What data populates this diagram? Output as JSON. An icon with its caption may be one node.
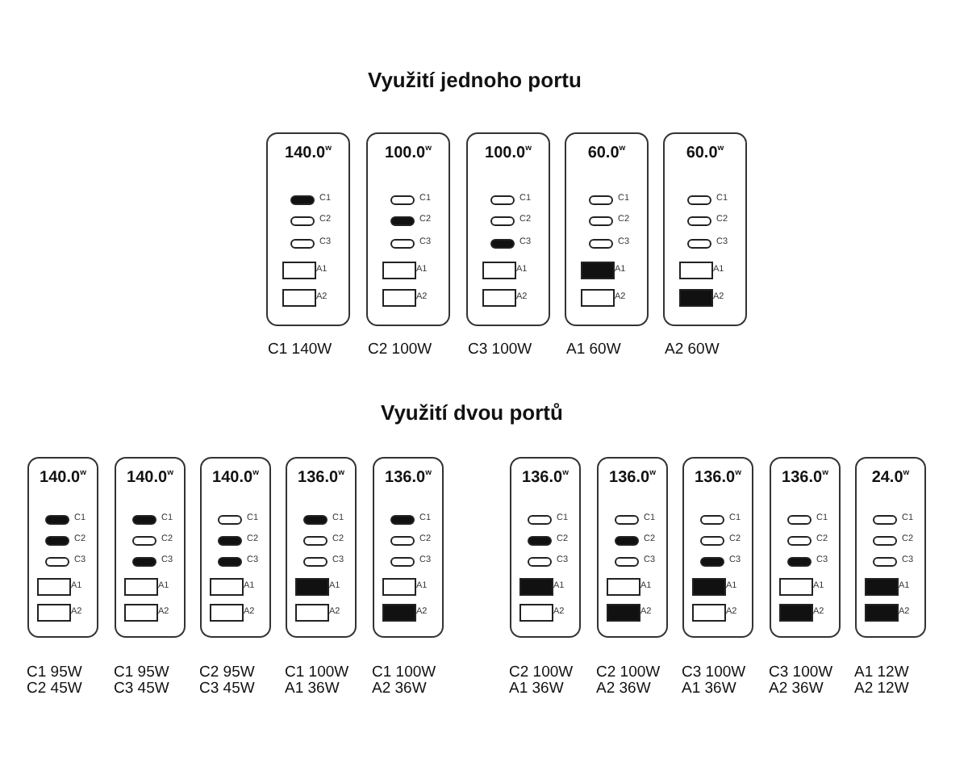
{
  "diagram": {
    "title": "Využití jednoho portu",
    "nodes": [
      {
        "text": [
          "140.0$^{w}$"
        ],
        "beside": [
          "C1 140W"
        ]
      },
      {
        "text": [],
        "in": 0,
        "shape": "filled-oval",
        "beside": [
          "C1"
        ]
      },
      {
        "text": [],
        "in": 0,
        "shape": "oval",
        "beside": [
          "C2"
        ]
      },
      {
        "text": [],
        "in": 0,
        "shape": "oval",
        "beside": [
          "C3"
        ]
      },
      {
        "text": [],
        "in": 0,
        "shape": "box",
        "beside": [
          "A1"
        ]
      },
      {
        "text": [],
        "in": 0,
        "shape": "box",
        "beside": [
          "A2"
        ]
      },
      {
        "text": [
          "100.0$^{w}$"
        ],
        "beside": [
          "C2 100W"
        ]
      },
      {
        "text": [],
        "in": 6,
        "shape": "oval",
        "beside": [
          "C1"
        ]
      },
      {
        "text": [],
        "in": 6,
        "shape": "filled-oval",
        "beside": [
          "C2"
        ]
      },
      {
        "text": [],
        "in": 6,
        "shape": "oval",
        "beside": [
          "C3"
        ]
      },
      {
        "text": [],
        "in": 6,
        "shape": "box",
        "beside": [
          "A1"
        ]
      },
      {
        "text": [],
        "in": 6,
        "shape": "box",
        "beside": [
          "A2"
        ]
      },
      {
        "text": [
          "100.0$^{w}$"
        ],
        "beside": [
          "C3 100W"
        ]
      },
      {
        "text": [],
        "in": 12,
        "shape": "oval",
        "beside": [
          "C1"
        ]
      },
      {
        "text": [],
        "in": 12,
        "shape": "oval",
        "beside": [
          "C2"
        ]
      },
      {
        "text": [],
        "in": 12,
        "shape": "filled-oval",
        "beside": [
          "C3"
        ]
      },
      {
        "text": [],
        "in": 12,
        "shape": "box",
        "beside": [
          "A1"
        ]
      },
      {
        "text": [],
        "in": 12,
        "shape": "box",
        "beside": [
          "A2"
        ]
      },
      {
        "text": [
          "60.0$^{w}$"
        ],
        "beside": [
          "A1 60W"
        ]
      },
      {
        "text": [],
        "in": 18,
        "shape": "oval",
        "beside": [
          "C1"
        ]
      },
      {
        "text": [],
        "in": 18,
        "shape": "oval",
        "beside": [
          "C2"
        ]
      },
      {
        "text": [],
        "in": 18,
        "shape": "oval",
        "beside": [
          "C3"
        ]
      },
      {
        "text": [],
        "in": 18,
        "shape": "filled-box",
        "beside": [
          "A1"
        ]
      },
      {
        "text": [],
        "in": 18,
        "shape": "box",
        "beside": [
          "A2"
        ]
      },
      {
        "text": [
          "60.0$^{w}$"
        ],
        "beside": [
          "A2 60W"
        ]
      },
      {
        "text": [],
        "in": 24,
        "shape": "oval",
        "beside": [
          "C1"
        ]
      },
      {
        "text": [],
        "in": 24,
        "shape": "oval",
        "beside": [
          "C2"
        ]
      },
      {
        "text": [],
        "in": 24,
        "shape": "oval",
        "beside": [
          "C3"
        ]
      },
      {
        "text": [],
        "in": 24,
        "shape": "box",
        "beside": [
          "A1"
        ]
      },
      {
        "text": [],
        "in": 24,
        "shape": "filled-box",
        "beside": [
          "A2"
        ]
      },
      {
        "text": [
          "140.0$^{w}$"
        ],
        "beside": [
          "C1 95W C2 45W"
        ]
      },
      {
        "text": [],
        "in": 30,
        "shape": "filled-oval",
        "beside": [
          "C1"
        ]
      },
      {
        "text": [],
        "in": 30,
        "shape": "filled-oval",
        "beside": [
          "C2"
        ]
      },
      {
        "text": [],
        "in": 30,
        "shape": "oval",
        "beside": [
          "C3"
        ]
      },
      {
        "text": [],
        "in": 30,
        "shape": "box",
        "beside": [
          "A1"
        ]
      },
      {
        "text": [],
        "in": 30,
        "shape": "box",
        "beside": [
          "A2"
        ]
      },
      {
        "text": [
          "140.0$^{w}$"
        ],
        "beside": [
          "C1 95W C3 45W"
        ]
      },
      {
        "text": [],
        "in": 36,
        "shape": "filled-oval",
        "beside": [
          "C1"
        ]
      },
      {
        "text": [],
        "in": 36,
        "shape": "oval",
        "beside": [
          "C2"
        ]
      },
      {
        "text": [],
        "in": 36,
        "shape": "filled-oval",
        "beside": [
          "C3"
        ]
      },
      {
        "text": [],
        "in": 36,
        "shape": "box",
        "beside": [
          "A1"
        ]
      },
      {
        "text": [],
        "in": 36,
        "shape": "box",
        "beside": [
          "A2"
        ]
      },
      {
        "text": [
          "140.0$^{w}$"
        ],
        "beside": [
          "C2 95W C3 45W"
        ]
      },
      {
        "text": [],
        "in": 42,
        "shape": "oval",
        "beside": [
          "C1"
        ]
      },
      {
        "text": [],
        "in": 42,
        "shape": "filled-oval",
        "beside": [
          "C2"
        ]
      },
      {
        "text": [],
        "in": 42,
        "shape": "filled-oval",
        "beside": [
          "C3"
        ]
      },
      {
        "text": [],
        "in": 42,
        "shape": "box",
        "beside": [
          "A1"
        ]
      },
      {
        "text": [],
        "in": 42,
        "shape": "box",
        "beside": [
          "A2"
        ]
      },
      {
        "text": [
          "136.0$^{w}$"
        ],
        "beside": [
          "C1 100W A1 36W"
        ]
      },
      {
        "text": [],
        "in": 48,
        "shape": "filled-oval",
        "beside": [
          "C1"
        ]
      },
      {
        "text": [],
        "in": 48,
        "shape": "oval",
        "beside": [
          "C2"
        ]
      },
      {
        "text": [],
        "in": 48,
        "shape": "oval",
        "beside": [
          "C3"
        ]
      },
      {
        "text": [],
        "in": 48,
        "shape": "filled-box",
        "beside": [
          "A1"
        ]
      },
      {
        "text": [],
        "in": 48,
        "shape": "box",
        "beside": [
          "A2"
        ]
      },
      {
        "text": [
          "136.0$^{w}$"
        ],
        "beside": [
          "C1 100W A2 36W"
        ]
      },
      {
        "text": [],
        "in": 54,
        "shape": "filled-oval",
        "beside": [
          "C1"
        ]
      },
      {
        "text": [],
        "in": 54,
        "shape": "oval",
        "beside": [
          "C2"
        ]
      },
      {
        "text": [],
        "in": 54,
        "shape": "oval",
        "beside": [
          "C3"
        ]
      },
      {
        "text": [],
        "in": 54,
        "shape": "box",
        "beside": [
          "A1"
        ]
      },
      {
        "text": [],
        "in": 54,
        "shape": "filled-box",
        "beside": [
          "A2"
        ]
      },
      {
        "text": [
          "136.0$^{w}$"
        ],
        "beside": [
          "C2 100W A1 36W"
        ]
      },
      {
        "text": [],
        "in": 60,
        "shape": "oval",
        "beside": [
          "C1"
        ]
      },
      {
        "text": [],
        "in": 60,
        "shape": "filled-oval",
        "beside": [
          "C2"
        ]
      },
      {
        "text": [],
        "in": 60,
        "shape": "oval",
        "beside": [
          "C3"
        ]
      },
      {
        "text": [],
        "in": 60,
        "shape": "filled-box",
        "beside": [
          "A1"
        ]
      },
      {
        "text": [],
        "in": 60,
        "shape": "box",
        "beside": [
          "A2"
        ]
      },
      {
        "text": [
          "136.0$^{w}$"
        ],
        "beside": [
          "C2 100W A2 36W"
        ]
      },
      {
        "text": [],
        "in": 66,
        "shape": "oval",
        "beside": [
          "C1"
        ]
      },
      {
        "text": [],
        "in": 66,
        "shape": "filled-oval",
        "beside": [
          "C2"
        ]
      },
      {
        "text": [],
        "in": 66,
        "shape": "oval",
        "beside": [
          "C3"
        ]
      },
      {
        "text": [],
        "in": 66,
        "shape": "box",
        "beside": [
          "A1"
        ]
      },
      {
        "text": [],
        "in": 66,
        "shape": "filled-box",
        "beside": [
          "A2"
        ]
      },
      {
        "text": [
          "136.0$^{w}$"
        ],
        "beside": [
          "C3 100W A1 36W"
        ]
      },
      {
        "text": [],
        "in": 72,
        "shape": "oval",
        "beside": [
          "C1"
        ]
      },
      {
        "text": [],
        "in": 72,
        "shape": "oval",
        "beside": [
          "C2"
        ]
      },
      {
        "text": [],
        "in": 72,
        "shape": "filled-oval",
        "beside": [
          "C3"
        ]
      },
      {
        "text": [],
        "in": 72,
        "shape": "filled-box",
        "beside": [
          "A1"
        ]
      },
      {
        "text": [],
        "in": 72,
        "shape": "box",
        "beside": [
          "A2"
        ]
      },
      {
        "text": [
          "136.0$^{w}$"
        ],
        "beside": [
          "C3 100W A2 36W"
        ]
      },
      {
        "text": [],
        "in": 78,
        "shape": "oval",
        "beside": [
          "C1"
        ]
      },
      {
        "text": [],
        "in": 78,
        "shape": "oval",
        "beside": [
          "C2"
        ]
      },
      {
        "text": [],
        "in": 78,
        "shape": "filled-oval",
        "beside": [
          "C3"
        ]
      },
      {
        "text": [],
        "in": 78,
        "shape": "box",
        "beside": [
          "A1"
        ]
      },
      {
        "text": [],
        "in": 78,
        "shape": "filled-box",
        "beside": [
          "A2"
        ]
      },
      {
        "text": [
          "24.0$^{w}$"
        ],
        "beside": [
          "A1 12W A2 12W"
        ]
      },
      {
        "text": [],
        "in": 84,
        "shape": "oval",
        "beside": [
          "C1"
        ]
      },
      {
        "text": [],
        "in": 84,
        "shape": "oval",
        "beside": [
          "C2"
        ]
      },
      {
        "text": [],
        "in": 84,
        "shape": "oval",
        "beside": [
          "C3"
        ]
      },
      {
        "text": [],
        "in": 84,
        "shape": "filled-box",
        "beside": [
          "A1"
        ]
      },
      {
        "text": [],
        "in": 84,
        "shape": "filled-box",
        "beside": [
          "A2"
        ]
      }
    ],
    "labels": [
      "Využití dvou portů"
    ]
  }
}
